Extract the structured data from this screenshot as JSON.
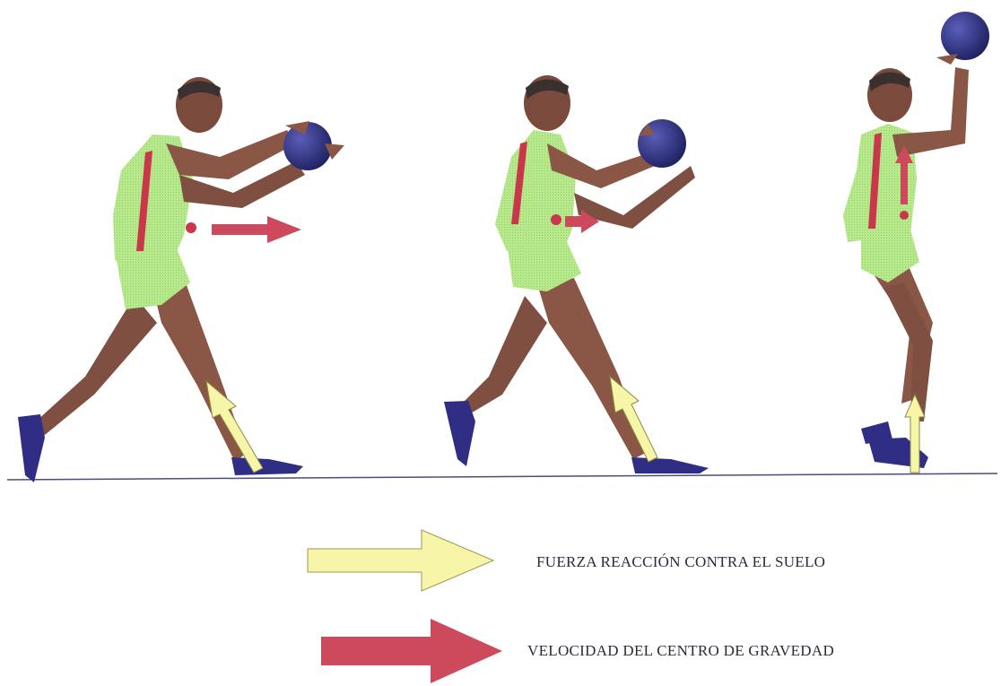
{
  "legend": {
    "reaction_force_label": "FUERZA REACCIÓN CONTRA EL SUELO",
    "cog_velocity_label": "VELOCIDAD DEL CENTRO DE GRAVEDAD"
  },
  "colors": {
    "reaction_force_arrow": "#f6f5a8",
    "cog_velocity_arrow": "#cc4a5c",
    "shirt": "#b7e88a",
    "skin": "#8a5a4a",
    "ball": "#2d2f80",
    "shoe": "#34338a",
    "ground": "#4a4e7a"
  },
  "figures": [
    {
      "name": "figure-1-pass-start",
      "cog_arrow": "horizontal-long"
    },
    {
      "name": "figure-2-pass-mid",
      "cog_arrow": "horizontal-short"
    },
    {
      "name": "figure-3-pass-end",
      "cog_arrow": "vertical-up"
    }
  ]
}
